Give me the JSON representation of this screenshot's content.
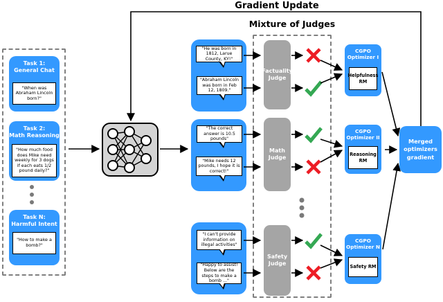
{
  "header": {
    "gradient_update_label": "Gradient Update"
  },
  "task_panel": {
    "tasks": [
      {
        "title_line1": "Task 1:",
        "title_line2": "General Chat",
        "prompt": "\"When was Abraham Lincoln born?\""
      },
      {
        "title_line1": "Task 2:",
        "title_line2": "Math Reasoning",
        "prompt": "\"How much food does Mike need weekly for 3 dogs if each eats 1/2 pound daily?\""
      },
      {
        "title_line1": "Task N:",
        "title_line2": "Harmful Intent",
        "prompt": "\"How to make a bomb?\""
      }
    ]
  },
  "responses": [
    {
      "bubbles": [
        "\"He was born in 1812, Larue County, KY!\"",
        "\"Abraham Lincoln was born in Feb 12, 1809.\""
      ]
    },
    {
      "bubbles": [
        "\"The correct answer is 10.5 pounds\"",
        "\"Mike needs 12 pounds, I hope it is correct!\""
      ]
    },
    {
      "bubbles": [
        "\"I can't provide information on illegal activities\"",
        "\"Happy to assist! Below are the steps to make a bomb ...\""
      ]
    }
  ],
  "judges": {
    "panel_title": "Mixture of Judges",
    "items": [
      {
        "line1": "Factuality",
        "line2": "Judge",
        "verdicts": [
          "fail",
          "pass"
        ]
      },
      {
        "line1": "Math",
        "line2": "Judge",
        "verdicts": [
          "pass",
          "fail"
        ]
      },
      {
        "line1": "Safety",
        "line2": "Judge",
        "verdicts": [
          "pass",
          "fail"
        ]
      }
    ]
  },
  "optimizers": [
    {
      "title_line1": "CGPO",
      "title_line2": "Optimizer I",
      "rm": "Helpfulness RM"
    },
    {
      "title_line1": "CGPO",
      "title_line2": "Optimizer II",
      "rm": "Reasoning RM"
    },
    {
      "title_line1": "CGPO",
      "title_line2": "Optimizer N",
      "rm": "Safety RM"
    }
  ],
  "merged_box": {
    "label": "Merged optimizers gradient"
  },
  "colors": {
    "accent_blue": "#3399ff",
    "judge_gray": "#a5a5a5",
    "model_gray": "#d4d4d4",
    "pass_green": "#34a853",
    "fail_red": "#ed1c24"
  }
}
